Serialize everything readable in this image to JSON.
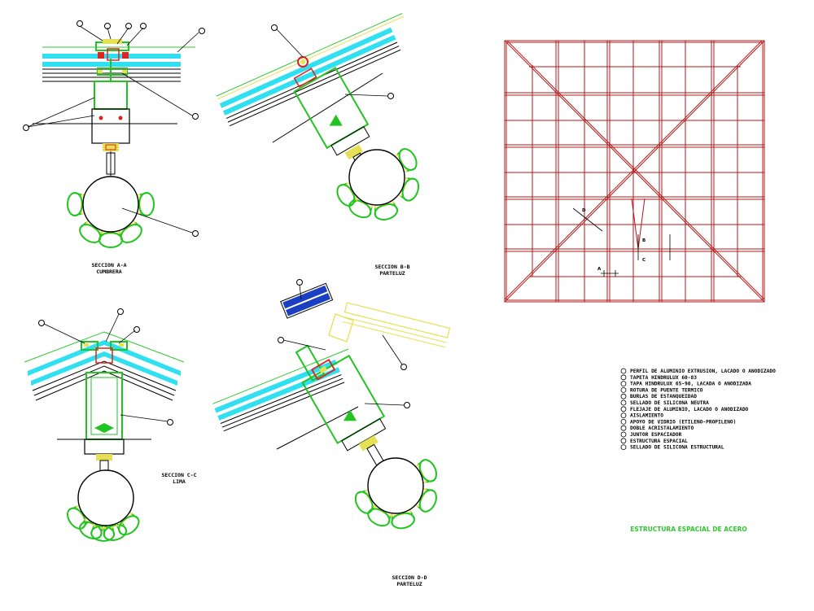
{
  "sections": [
    {
      "title": "SECCION A-A",
      "subtitle": "CUMBRERA"
    },
    {
      "title": "SECCION B-B",
      "subtitle": "PARTELUZ"
    },
    {
      "title": "SECCION C-C",
      "subtitle": "LIMA"
    },
    {
      "title": "SECCION D-D",
      "subtitle": "PARTELUZ"
    }
  ],
  "plan_labels": {
    "a": "A",
    "b": "B",
    "c": "C",
    "d": "D"
  },
  "legend": [
    "PERFIL DE ALUMINIO EXTRUSION, LACADO O ANODIZADO",
    "TAPETA HINDRULUX 60-83",
    "TAPA HINDRULUX 65-90, LACADA O ANODIZADA",
    "ROTURA DE PUENTE TERMICO",
    "BURLAS DE ESTANQUEIDAD",
    "SELLADO DE SILICONA NEUTRA",
    "FLEJAJE DE ALUMINIO, LACADO O ANODIZADO",
    "AISLAMIENTO",
    "APOYO DE VIDRIO (ETILENO-PROPILENO)",
    "DOBLE ACRISTALAMIENTO",
    "JUNTOR ESPACIADOR",
    "ESTRUCTURA ESPACIAL",
    "SELLADO DE SILICONA ESTRUCTURAL"
  ],
  "main_title": "ESTRUCTURA ESPACIAL DE ACERO"
}
